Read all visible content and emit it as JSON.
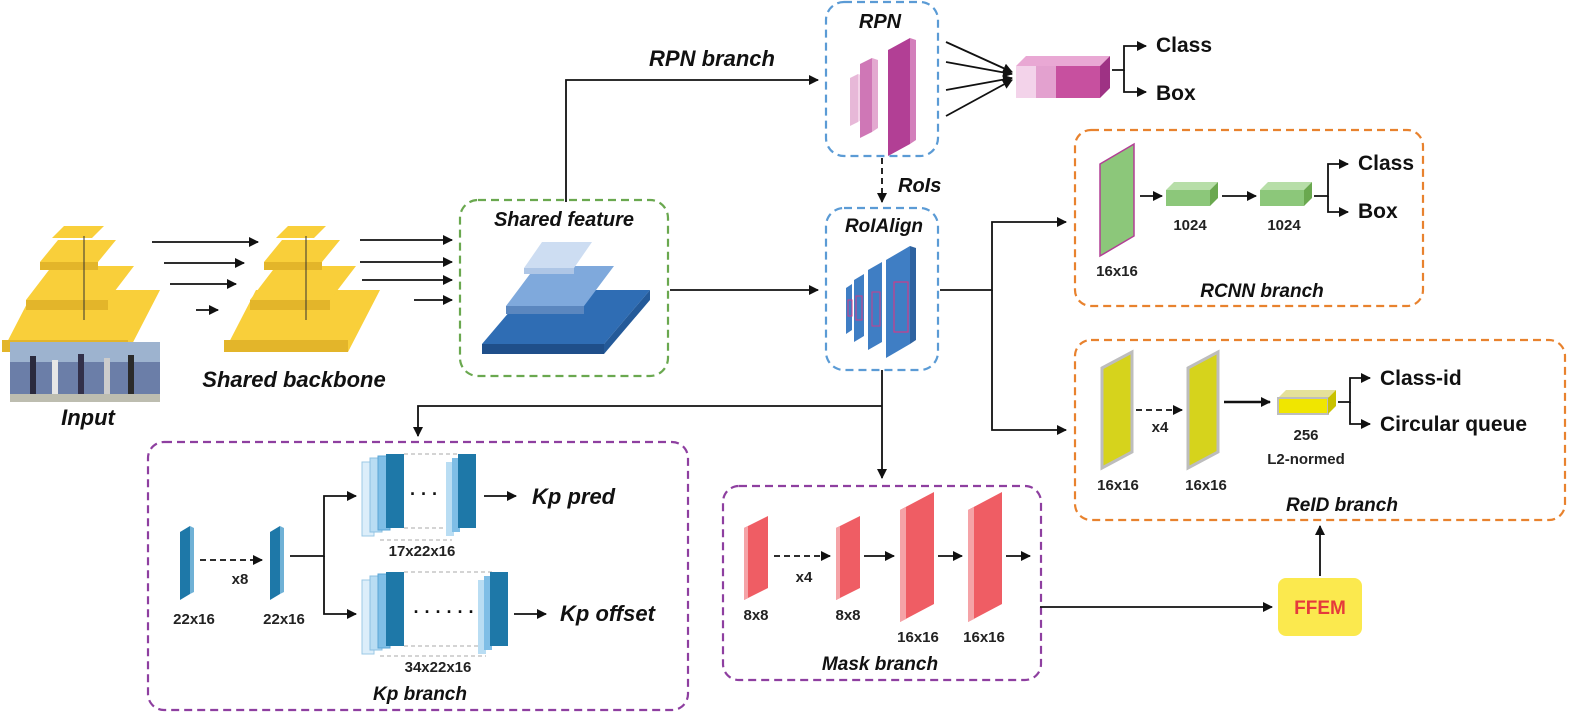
{
  "labels": {
    "input": "Input",
    "shared_backbone": "Shared backbone",
    "shared_feature": "Shared feature",
    "rpn_branch": "RPN branch",
    "rpn": "RPN",
    "rois": "RoIs",
    "roialign": "RoIAlign",
    "rpn_class": "Class",
    "rpn_box": "Box",
    "rcnn_branch": "RCNN branch",
    "rcnn_class": "Class",
    "rcnn_box": "Box",
    "rcnn_dim_in": "16x16",
    "rcnn_fc1": "1024",
    "rcnn_fc2": "1024",
    "reid_branch": "ReID branch",
    "reid_dim1": "16x16",
    "reid_dim2": "16x16",
    "reid_x4": "x4",
    "reid_256": "256",
    "reid_l2": "L2-normed",
    "reid_classid": "Class-id",
    "reid_queue": "Circular queue",
    "ffem": "FFEM",
    "kp_branch": "Kp branch",
    "kp_dim1": "22x16",
    "kp_dim2": "22x16",
    "kp_x8": "x8",
    "kp_pred_dim": "17x22x16",
    "kp_offset_dim": "34x22x16",
    "kp_pred": "Kp pred",
    "kp_offset": "Kp offset",
    "kp_dots1": "· · ·",
    "kp_dots2": "· · · · · ·",
    "mask_branch": "Mask branch",
    "mask_dim1": "8x8",
    "mask_dim2": "8x8",
    "mask_dim3": "16x16",
    "mask_dim4": "16x16",
    "mask_x4": "x4"
  },
  "colors": {
    "yellow_layer": "#f9cf3a",
    "blue_feature": "#3f7ec4",
    "rpn_magenta": "#b23f95",
    "rcnn_green": "#8cc77a",
    "reid_yellow": "#d6d31c",
    "kp_blue": "#1e78a8",
    "mask_red": "#ef5d64",
    "ffem_fill": "#fbe94e",
    "ffem_text": "#e53b3b",
    "box_green": "#6aa84f",
    "box_blue": "#5b9bd5",
    "box_orange": "#e8822e",
    "box_purple": "#8e3fa0"
  }
}
